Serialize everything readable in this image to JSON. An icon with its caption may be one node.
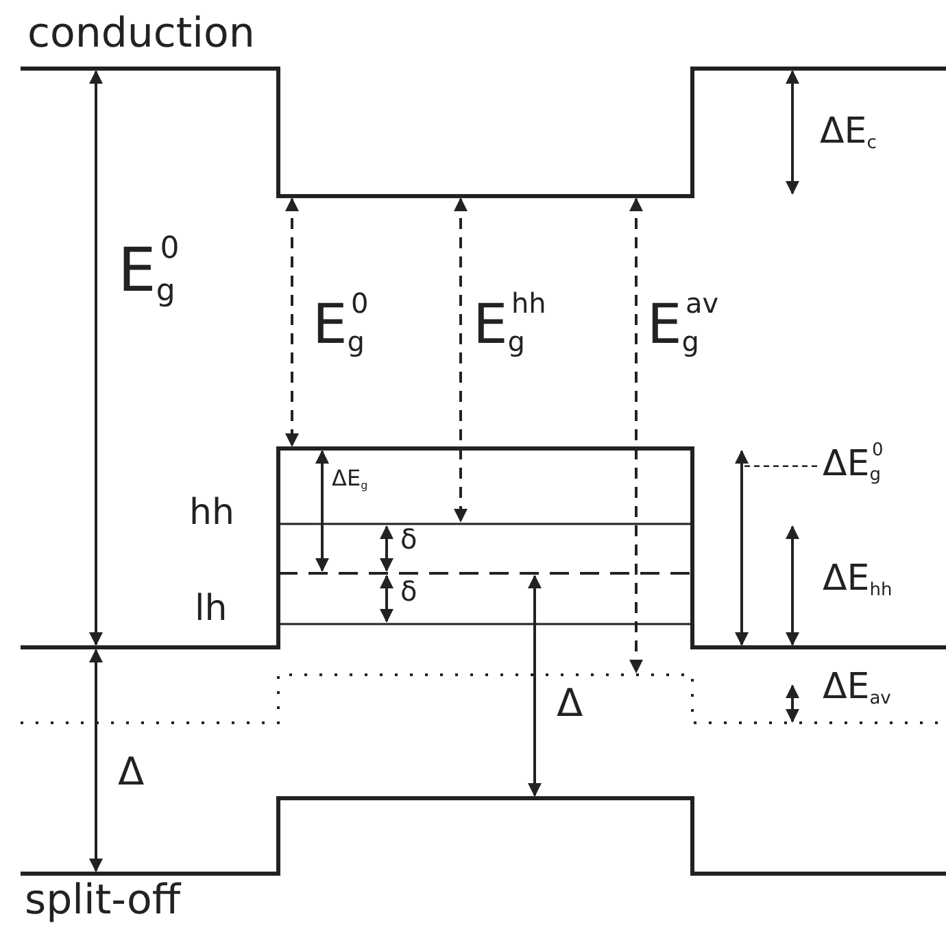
{
  "diagram": {
    "nodes": [
      {
        "text": [
          "ΔE$_{g}$$^{0}$"
        ]
      },
      {
        "text": [],
        "shape": "arrow"
      }
    ],
    "edges": [
      {
        "from": 0,
        "to": 1,
        "arrow": "none",
        "style": "dashed"
      }
    ],
    "labels": [
      "conduction",
      "ΔE$_{c}$",
      "E$_{g}$$^{0}$",
      "E$_{g}$$^{0}$",
      "E$_{g}$$^{hh}$",
      "E$_{g}$$^{av}$",
      "ΔE$_{g}$",
      "hh",
      "δ",
      "δ",
      "ΔE$_{hh}$",
      "lh",
      "ΔE$_{av}$",
      "Δ",
      "Δ",
      "split-off"
    ]
  }
}
